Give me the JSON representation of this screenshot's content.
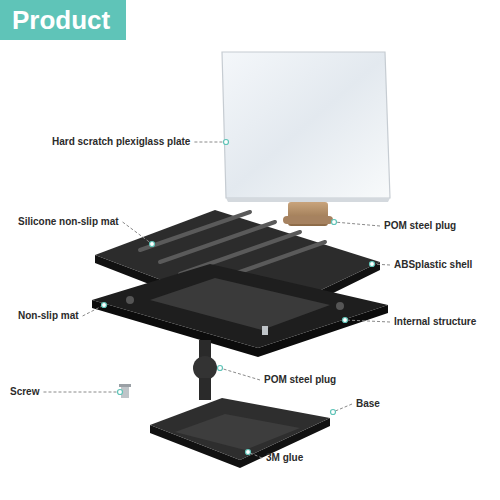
{
  "diagram": {
    "title": "Product",
    "labels": [
      "Hard scratch plexiglass plate",
      "Silicone non-slip mat",
      "POM steel plug",
      "ABSplastic shell",
      "Internal structure",
      "Non-slip mat",
      "Screw",
      "POM steel plug",
      "Base",
      "3M glue"
    ]
  }
}
